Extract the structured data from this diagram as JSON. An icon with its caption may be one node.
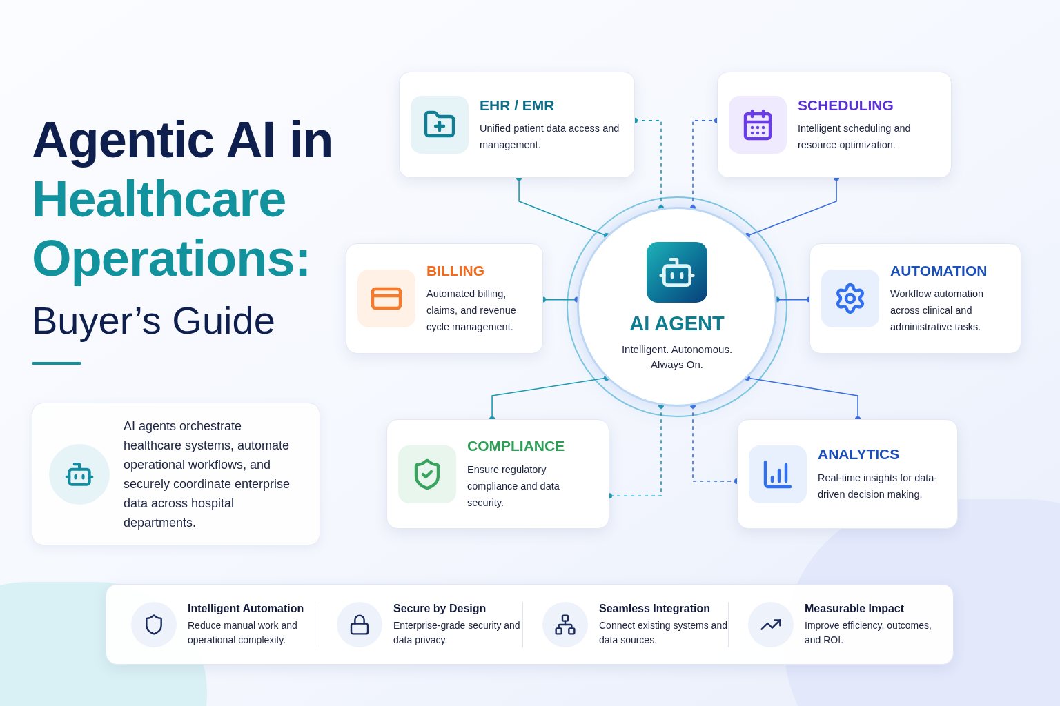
{
  "diagram": {
    "title": "Agentic AI in Healthcare Operations:",
    "nodes": [
      {
        "text": [
          "EHR / EMR",
          "Unified patient data access and management."
        ]
      },
      {
        "text": [
          "SCHEDULING",
          "Intelligent scheduling and resource optimization."
        ]
      },
      {
        "text": [
          "BILLING",
          "Automated billing, claims, and revenue cycle management."
        ]
      },
      {
        "text": [
          "AI AGENT",
          "Intelligent. Autonomous. Always On."
        ]
      },
      {
        "text": [
          "AUTOMATION",
          "Workflow automation across clinical and administrative tasks."
        ]
      },
      {
        "text": [
          "COMPLIANCE",
          "Ensure regulatory compliance and data security."
        ]
      },
      {
        "text": [
          "ANALYTICS",
          "Real-time insights for data-driven decision making."
        ]
      },
      {
        "text": [
          "AI agents orchestrate healthcare systems, automate operational workflows, and securely coordinate enterprise data across hospital departments."
        ]
      },
      {
        "text": [
          "Intelligent Automation",
          "Reduce manual work and operational complexity.",
          "Secure by Design",
          "Enterprise-grade security and data privacy.",
          "Seamless Integration",
          "Connect existing systems and data sources.",
          "Measurable Impact",
          "Improve efficiency, outcomes, and ROI."
        ]
      }
    ],
    "edges": [
      {
        "from": 3,
        "to": 0,
        "arrow": "other"
      },
      {
        "from": 3,
        "to": 0,
        "arrow": "other",
        "style": "dashed"
      },
      {
        "from": 3,
        "to": 1,
        "arrow": "other",
        "style": "dashed",
        "color": "#3b6fe0"
      },
      {
        "from": 3,
        "to": 1,
        "arrow": "other",
        "color": "#3b6fe0"
      },
      {
        "from": 3,
        "to": 2,
        "arrow": "other"
      },
      {
        "from": 3,
        "to": 4,
        "arrow": "other",
        "color": "#3b6fe0"
      },
      {
        "from": 3,
        "to": 5,
        "arrow": "other"
      },
      {
        "from": 3,
        "to": 5,
        "arrow": "other",
        "style": "dashed"
      },
      {
        "from": 3,
        "to": 6,
        "arrow": "other",
        "color": "#3b6fe0"
      },
      {
        "from": 3,
        "to": 6,
        "arrow": "other",
        "style": "dashed",
        "color": "#3b6fe0"
      }
    ],
    "labels": [
      "Buyer’s Guide"
    ]
  }
}
